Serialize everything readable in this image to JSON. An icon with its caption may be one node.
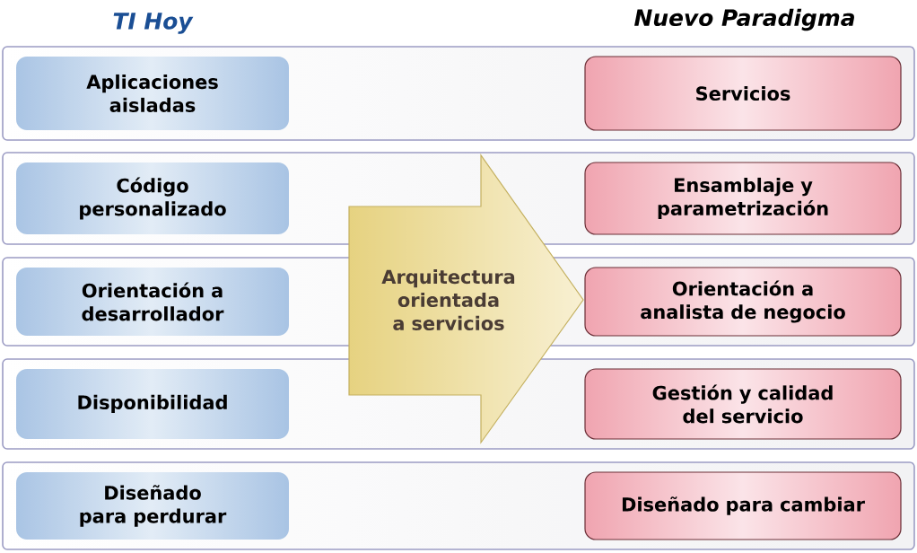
{
  "diagram": {
    "nodes": [
      {
        "text": [],
        "shape": "box"
      },
      {
        "text": [
          "Aplicaciones aisladas"
        ],
        "in": 0
      },
      {
        "text": [
          "Servicios"
        ],
        "in": 0
      },
      {
        "text": [],
        "shape": "box"
      },
      {
        "text": [
          "Código personalizado"
        ],
        "in": 3
      },
      {
        "text": [
          "Ensamblaje y parametrización"
        ],
        "in": 3
      },
      {
        "text": [],
        "shape": "box"
      },
      {
        "text": [
          "Orientación a desarrollador"
        ],
        "in": 6
      },
      {
        "text": [
          "Orientación a analista de negocio"
        ],
        "in": 6
      },
      {
        "text": [],
        "shape": "box"
      },
      {
        "text": [
          "Disponibilidad"
        ],
        "in": 9
      },
      {
        "text": [
          "Gestión y calidad del servicio"
        ],
        "in": 9
      },
      {
        "text": [],
        "shape": "box"
      },
      {
        "text": [
          "Diseñado para perdurar"
        ],
        "in": 12
      },
      {
        "text": [
          "Diseñado para cambiar"
        ],
        "in": 12
      },
      {
        "text": [
          "Arquitectura orientada a servicios"
        ]
      }
    ],
    "labels": [
      "TI Hoy",
      "Nuevo Paradigma"
    ]
  }
}
